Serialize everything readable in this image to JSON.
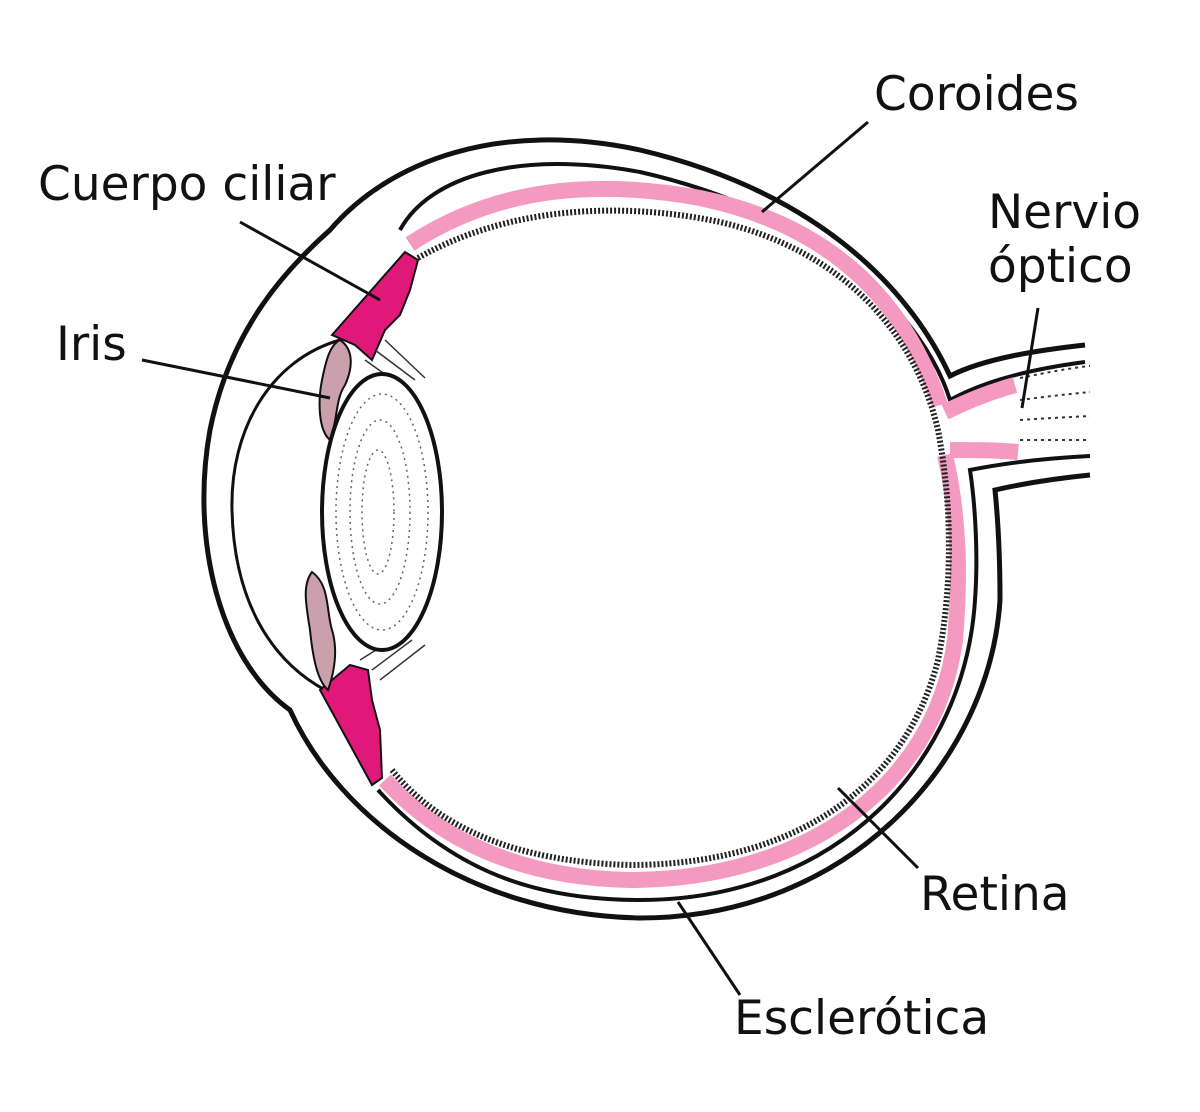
{
  "labels": {
    "coroides": "Coroides",
    "cuerpo_ciliar": "Cuerpo ciliar",
    "nervio_line1": "Nervio",
    "nervio_line2": "óptico",
    "iris": "Iris",
    "retina": "Retina",
    "esclerotica": "Esclerótica"
  },
  "colors": {
    "choroid_pink": "#f49ac1",
    "ciliary_magenta": "#e0187a",
    "iris_mauve": "#c9a0ac",
    "outline": "#111111",
    "background": "#ffffff"
  }
}
